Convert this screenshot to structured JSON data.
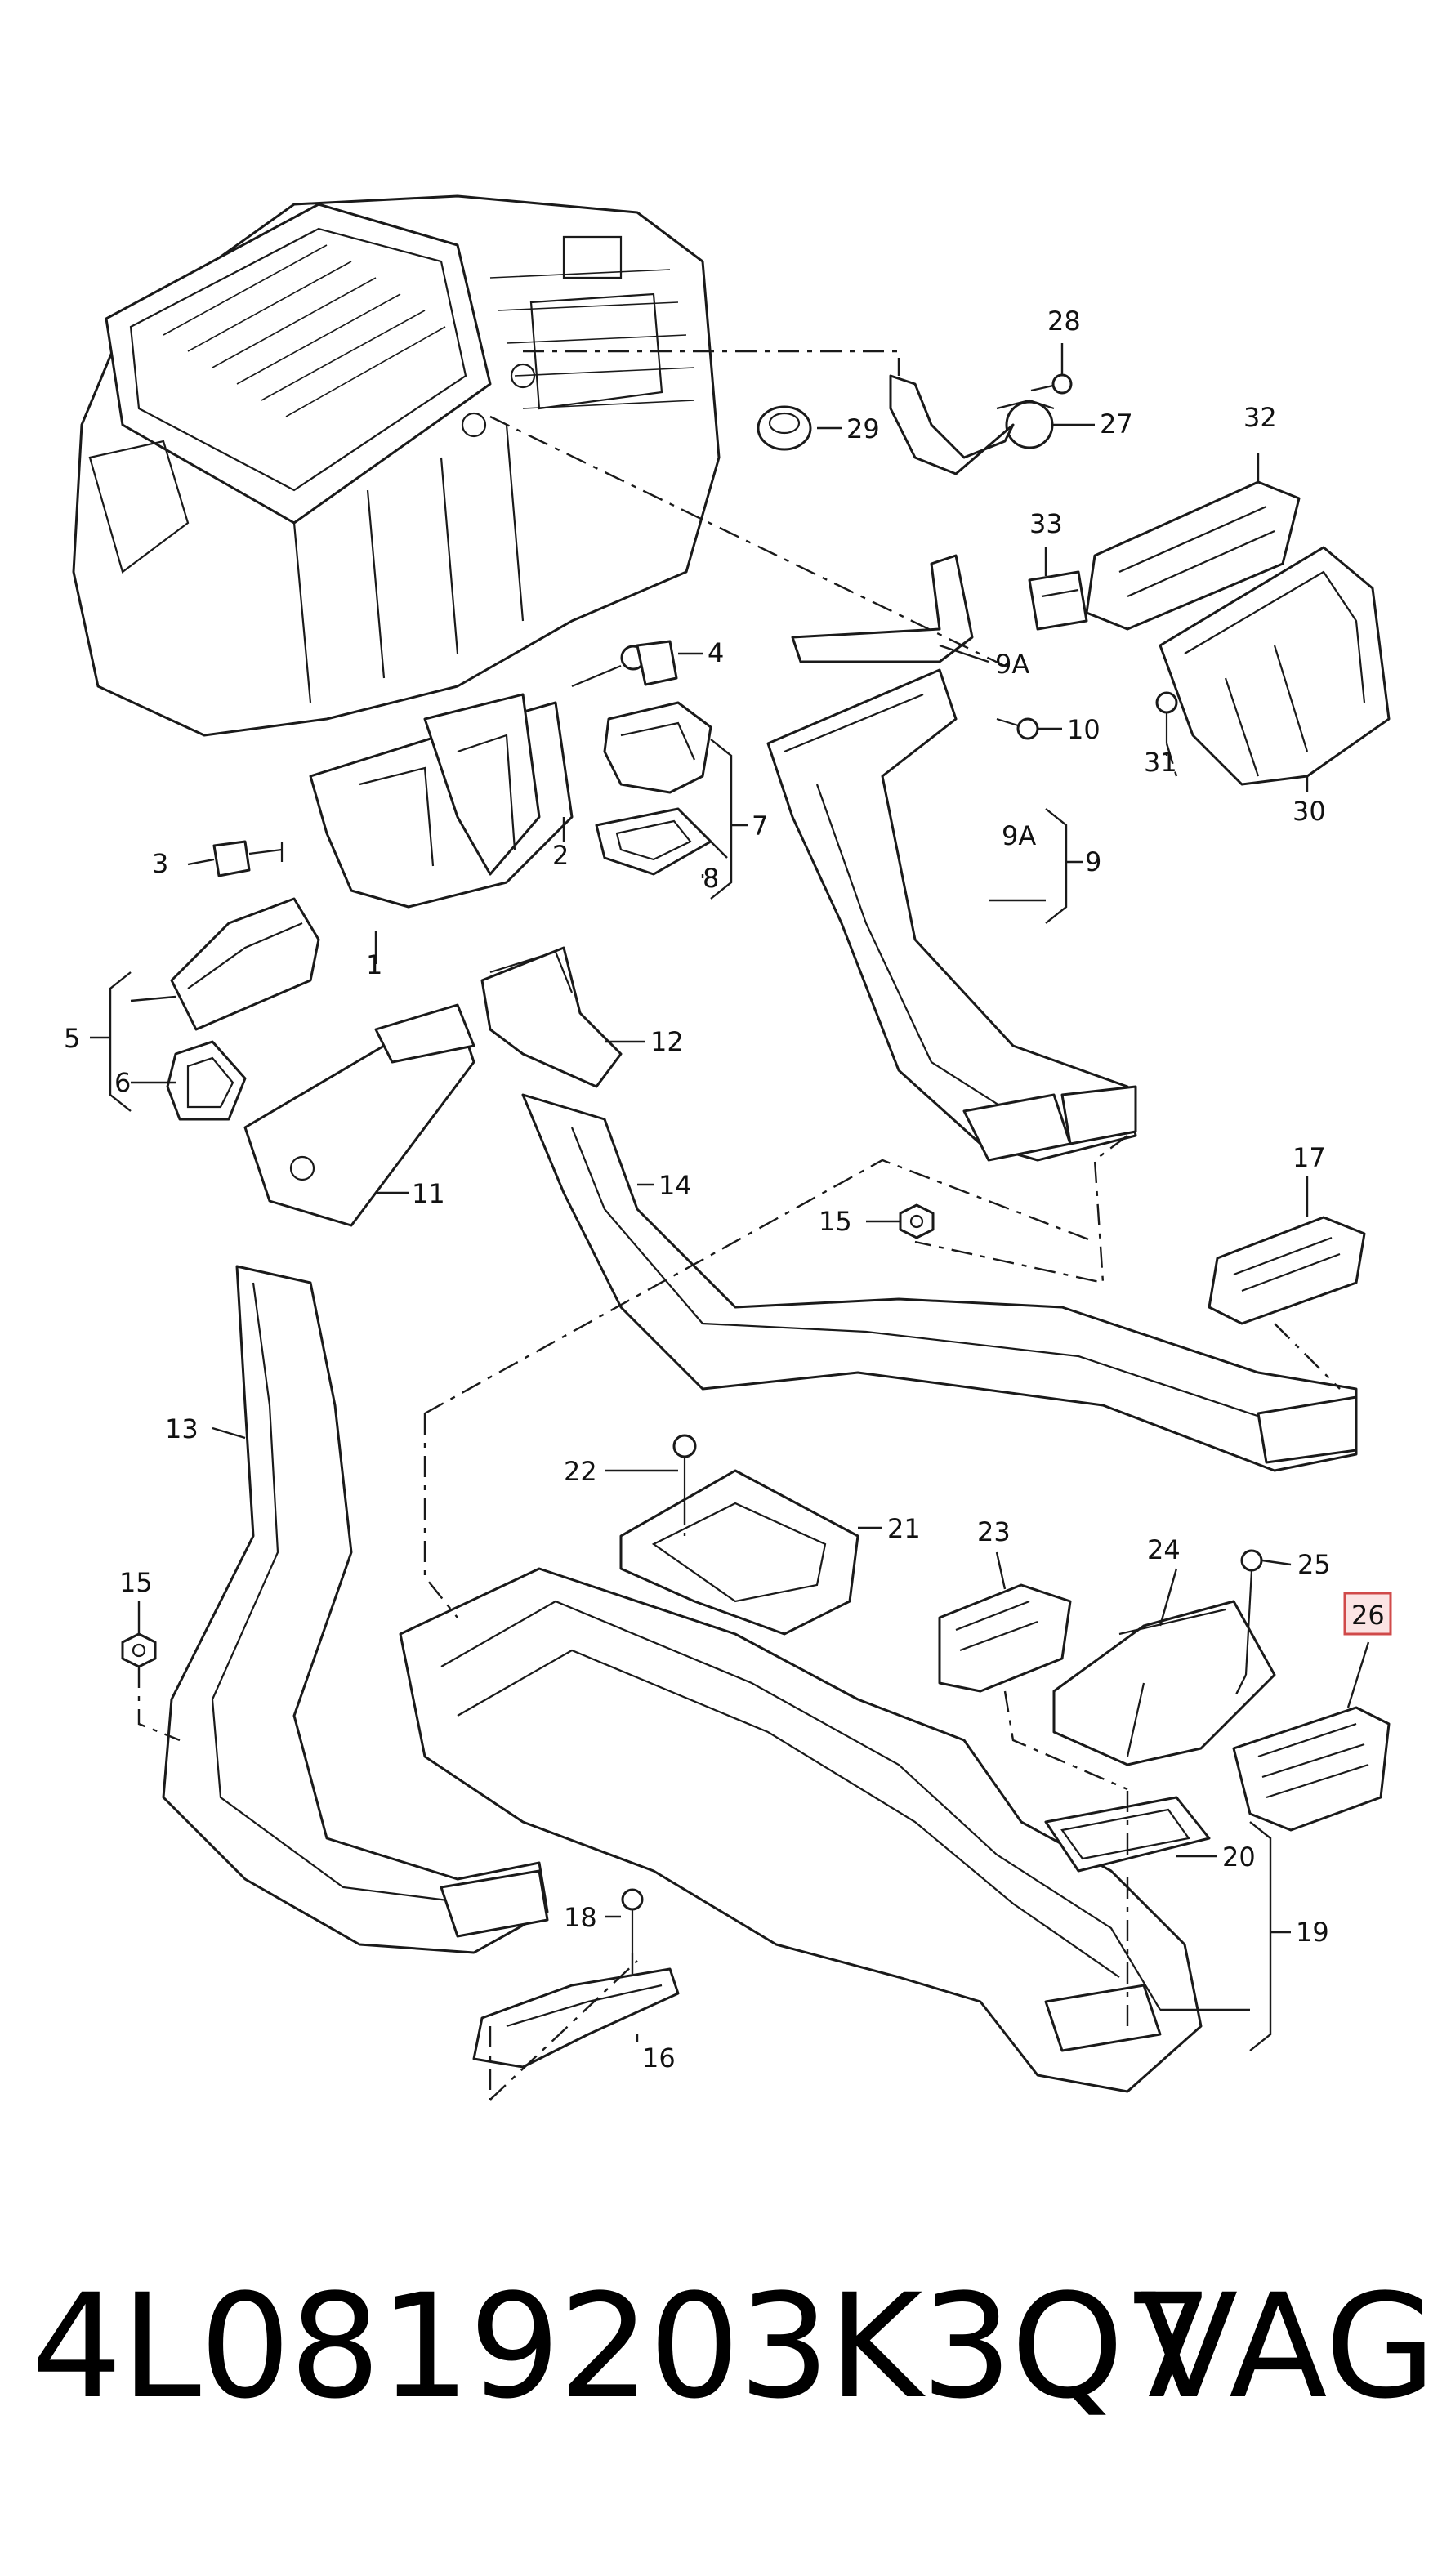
{
  "callouts": [
    "1",
    "2",
    "3",
    "4",
    "5",
    "6",
    "7",
    "8",
    "9",
    "9A",
    "9A",
    "10",
    "11",
    "12",
    "13",
    "14",
    "15",
    "15",
    "16",
    "17",
    "18",
    "19",
    "20",
    "21",
    "22",
    "23",
    "24",
    "25",
    "26",
    "27",
    "28",
    "29",
    "30",
    "31",
    "32",
    "33"
  ],
  "highlighted_callout": "26",
  "footer": {
    "part_number": "4L0819203K3Q7",
    "brand": "VAG"
  },
  "colors": {
    "line": "#1a1a1a",
    "highlight_box": "#d04a4a",
    "highlight_fill": "#fbe4e4"
  }
}
